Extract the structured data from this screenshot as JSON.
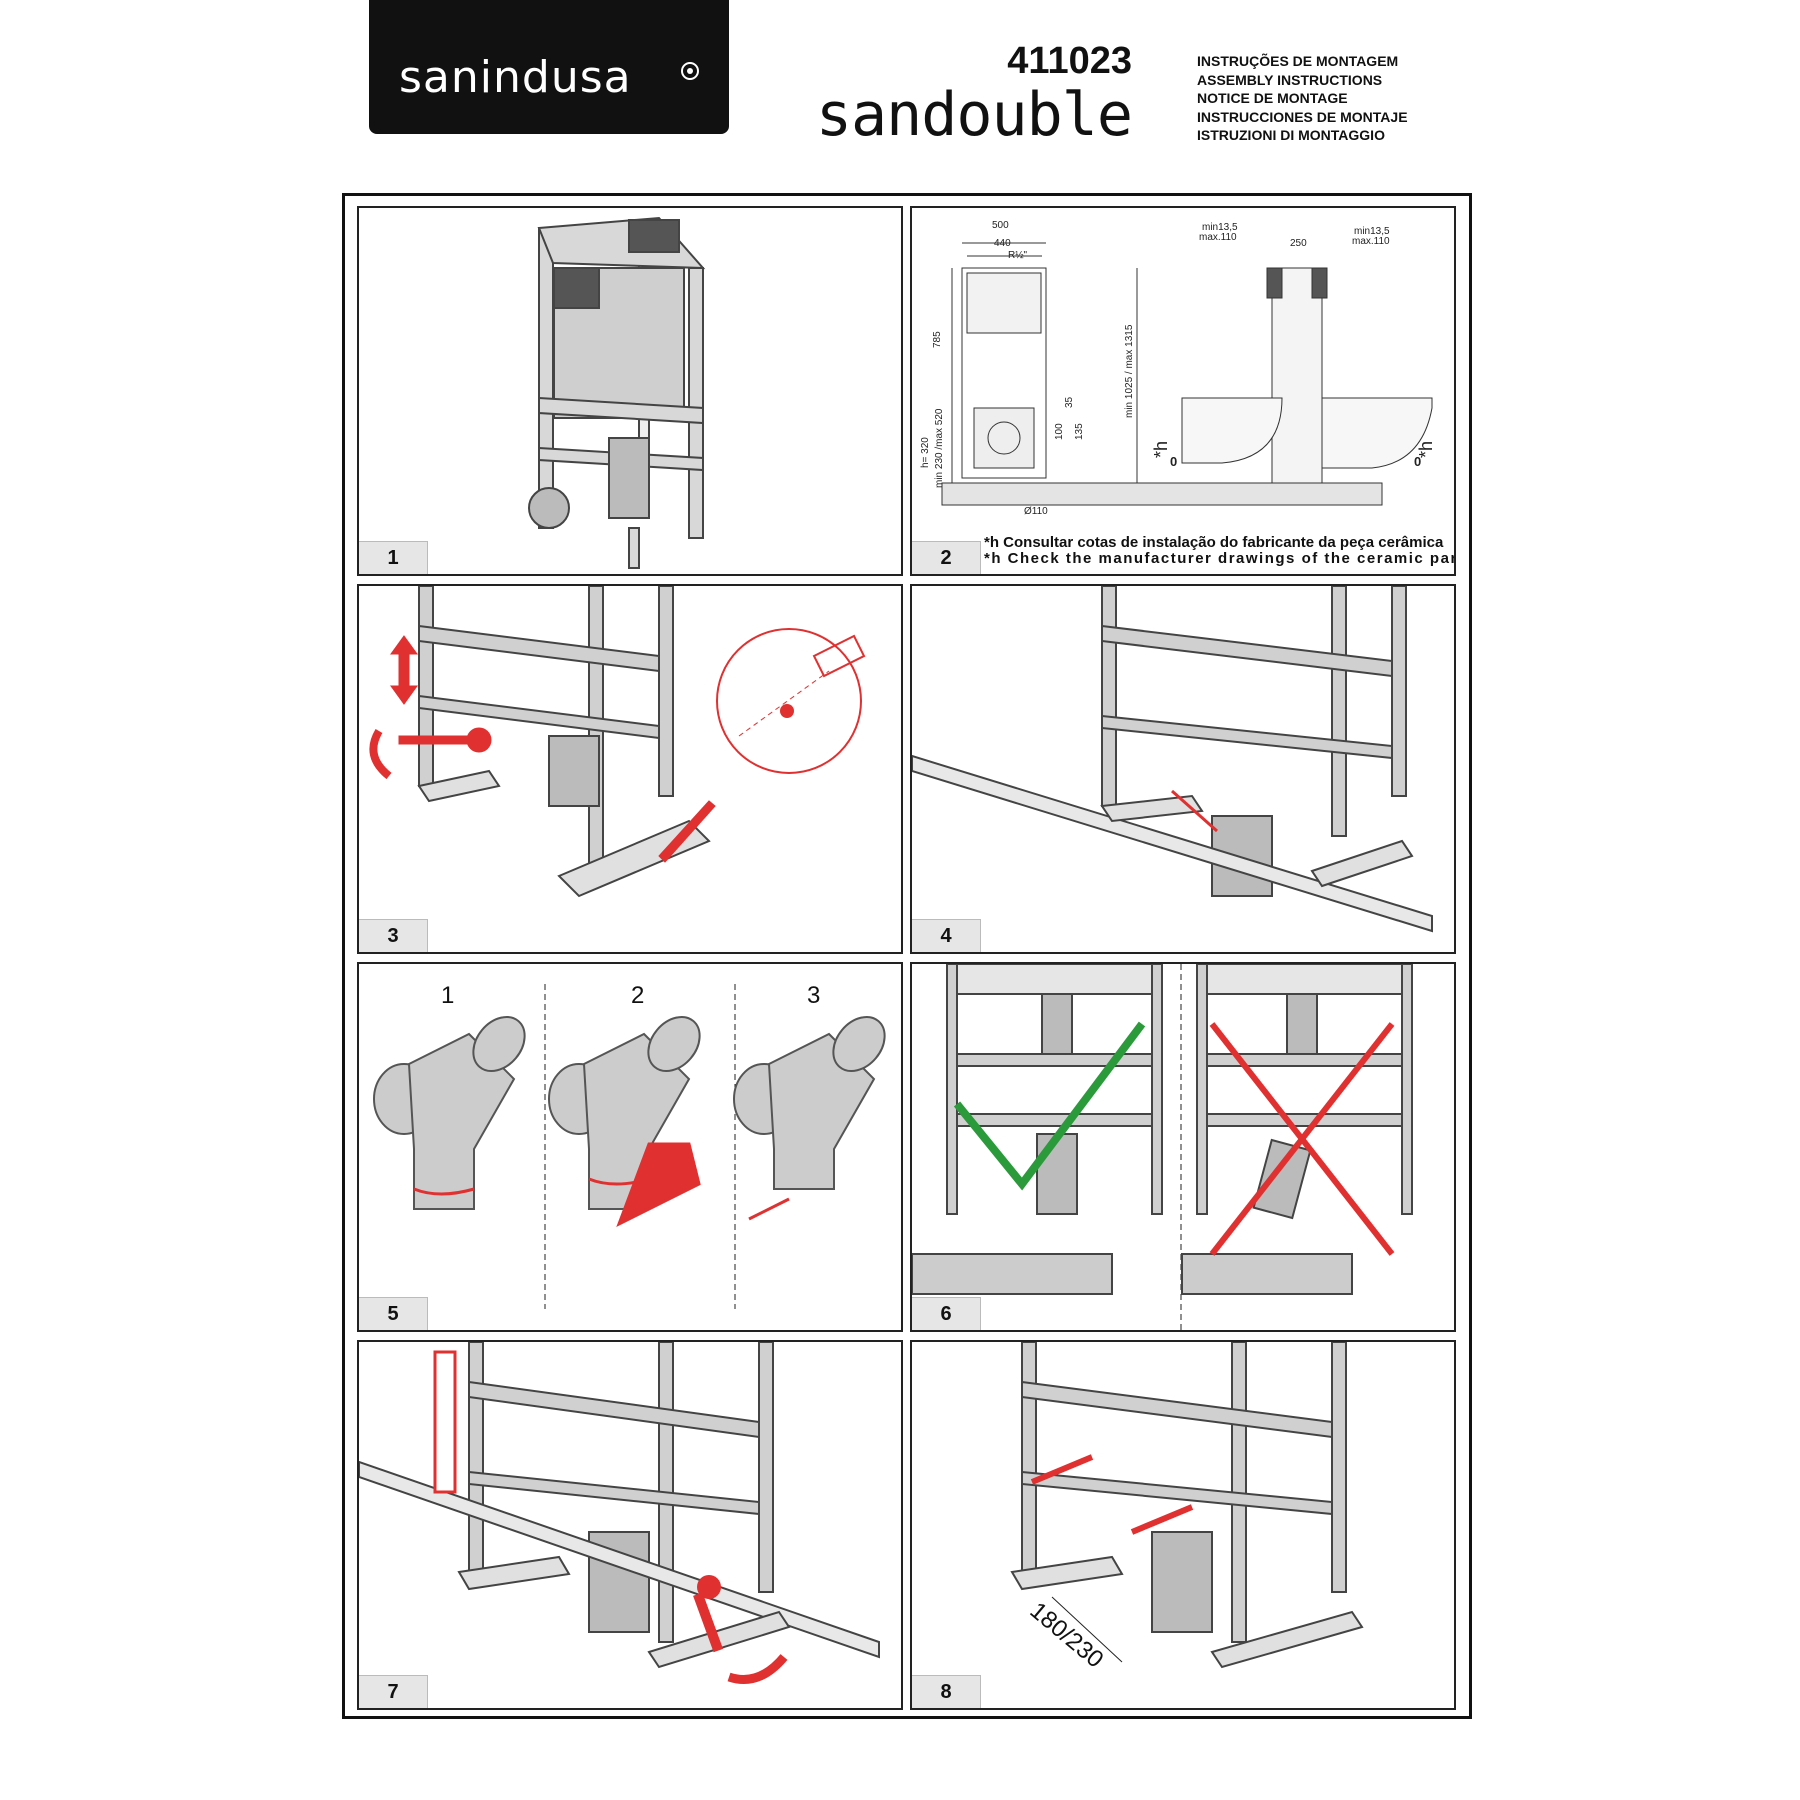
{
  "header": {
    "brand": "sanindusa",
    "code": "411023",
    "product": "sandouble",
    "languages": [
      "INSTRUÇÕES DE MONTAGEM",
      "ASSEMBLY INSTRUCTIONS",
      "NOTICE DE MONTAGE",
      "INSTRUCCIONES DE MONTAJE",
      "ISTRUZIONI DI MONTAGGIO"
    ]
  },
  "steps": [
    {
      "number": "1"
    },
    {
      "number": "2",
      "note_pt": "*h Consultar cotas de instalação do fabricante da peça cerâmica",
      "note_en": "*h Check the manufacturer drawings of the ceramic part"
    },
    {
      "number": "3"
    },
    {
      "number": "4"
    },
    {
      "number": "5",
      "sub": [
        "1",
        "2",
        "3"
      ]
    },
    {
      "number": "6"
    },
    {
      "number": "7"
    },
    {
      "number": "8",
      "dimension": "180/230"
    }
  ],
  "dimensions": {
    "w500": "500",
    "w440": "440",
    "r12": "R½\"",
    "h785": "785",
    "h320": "h= 320",
    "min230": "min 230 /max 520",
    "d110": "Ø110",
    "d35": "35",
    "d100": "100",
    "d135": "135",
    "minmax": "min 1025 / max 1315",
    "min13": "min13,5",
    "max110": "max.110",
    "w250": "250",
    "star_h": "*h",
    "zero": "0"
  },
  "colors": {
    "accent": "#e03030",
    "ok": "#2a9a3a",
    "metal": "#bbbbbb"
  }
}
